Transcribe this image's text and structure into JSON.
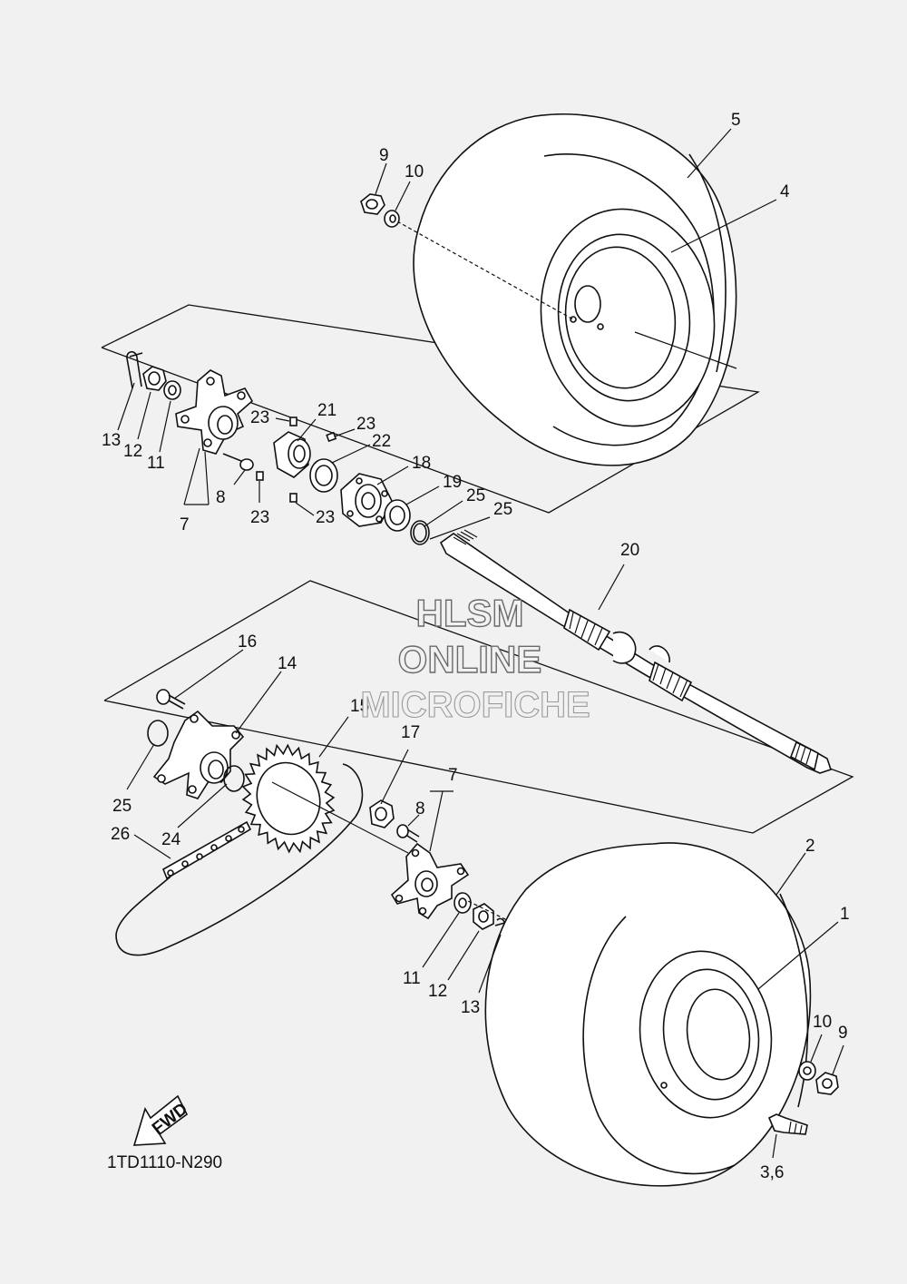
{
  "diagram": {
    "code": "1TD1110-N290",
    "fwd_label": "FWD",
    "watermark": [
      "HLSM",
      "ONLINE",
      "MICROFICHE"
    ],
    "callouts": [
      {
        "id": "c-9-top",
        "text": "9"
      },
      {
        "id": "c-10-top",
        "text": "10"
      },
      {
        "id": "c-5",
        "text": "5"
      },
      {
        "id": "c-4",
        "text": "4"
      },
      {
        "id": "c-13-top",
        "text": "13"
      },
      {
        "id": "c-12-top",
        "text": "12"
      },
      {
        "id": "c-11-top",
        "text": "11"
      },
      {
        "id": "c-8-top",
        "text": "8"
      },
      {
        "id": "c-7-top",
        "text": "7"
      },
      {
        "id": "c-23-a",
        "text": "23"
      },
      {
        "id": "c-21",
        "text": "21"
      },
      {
        "id": "c-23-b",
        "text": "23"
      },
      {
        "id": "c-22",
        "text": "22"
      },
      {
        "id": "c-23-c",
        "text": "23"
      },
      {
        "id": "c-23-d",
        "text": "23"
      },
      {
        "id": "c-18",
        "text": "18"
      },
      {
        "id": "c-19",
        "text": "19"
      },
      {
        "id": "c-25-a",
        "text": "25"
      },
      {
        "id": "c-25-b",
        "text": "25"
      },
      {
        "id": "c-20",
        "text": "20"
      },
      {
        "id": "c-16",
        "text": "16"
      },
      {
        "id": "c-14",
        "text": "14"
      },
      {
        "id": "c-15",
        "text": "15"
      },
      {
        "id": "c-17",
        "text": "17"
      },
      {
        "id": "c-7-bot",
        "text": "7"
      },
      {
        "id": "c-8-bot",
        "text": "8"
      },
      {
        "id": "c-25-c",
        "text": "25"
      },
      {
        "id": "c-26",
        "text": "26"
      },
      {
        "id": "c-24",
        "text": "24"
      },
      {
        "id": "c-2",
        "text": "2"
      },
      {
        "id": "c-1",
        "text": "1"
      },
      {
        "id": "c-11-bot",
        "text": "11"
      },
      {
        "id": "c-12-bot",
        "text": "12"
      },
      {
        "id": "c-13-bot",
        "text": "13"
      },
      {
        "id": "c-10-bot",
        "text": "10"
      },
      {
        "id": "c-9-bot",
        "text": "9"
      },
      {
        "id": "c-3-6",
        "text": "3,6"
      }
    ]
  }
}
